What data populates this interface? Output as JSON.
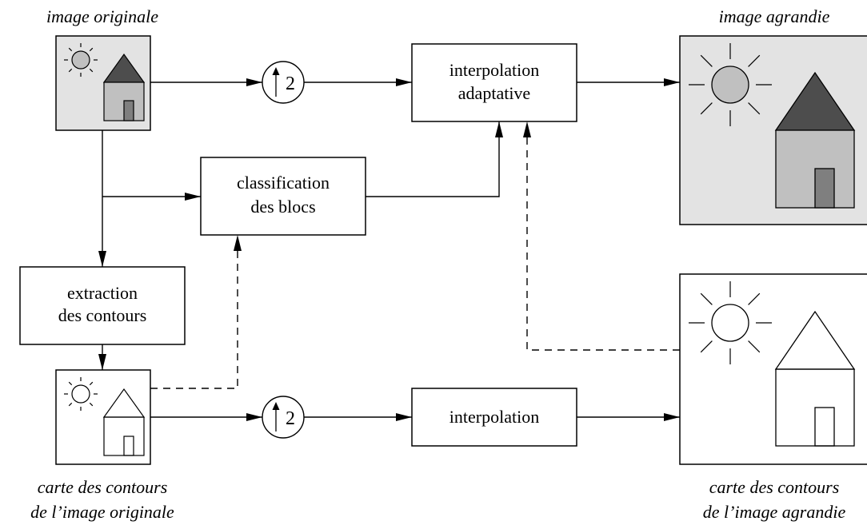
{
  "labels": {
    "original_image": "image originale",
    "enlarged_image": "image agrandie",
    "edge_map_original_line1": "carte des contours",
    "edge_map_original_line2": "de l’image originale",
    "edge_map_enlarged_line1": "carte des contours",
    "edge_map_enlarged_line2": "de l’image agrandie"
  },
  "blocks": {
    "adaptive_interp_line1": "interpolation",
    "adaptive_interp_line2": "adaptative",
    "classification_line1": "classification",
    "classification_line2": "des blocs",
    "edge_extraction_line1": "extraction",
    "edge_extraction_line2": "des contours",
    "interpolation": "interpolation"
  },
  "upsamplers": {
    "top_factor": "2",
    "bottom_factor": "2"
  },
  "colors": {
    "image_background": "#e3e3e3",
    "roof": "#4d4d4d",
    "wall": "#c0c0c0",
    "door": "#7f7f7f",
    "sun": "#c0c0c0"
  }
}
